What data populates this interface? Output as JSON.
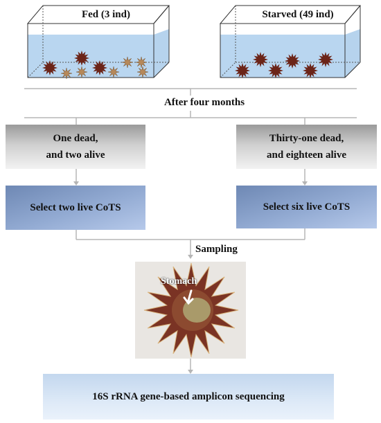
{
  "tanks": {
    "fed": {
      "label": "Fed (3 ind)"
    },
    "starved": {
      "label": "Starved (49 ind)"
    }
  },
  "steps": {
    "after": "After four months",
    "sampling": "Sampling"
  },
  "left": {
    "status_line1": "One dead,",
    "status_line2": "and two alive",
    "select": "Select two live CoTS"
  },
  "right": {
    "status_line1": "Thirty-one dead,",
    "status_line2": "and eighteen alive",
    "select": "Select six live CoTS"
  },
  "photo": {
    "annotation": "Stomach"
  },
  "final": {
    "label": "16S rRNA gene-based amplicon sequencing"
  },
  "colors": {
    "water": "#a9cbea",
    "connector": "#b5b5b5",
    "starfish": "#6b2418",
    "juvenile": "#b7895a"
  }
}
